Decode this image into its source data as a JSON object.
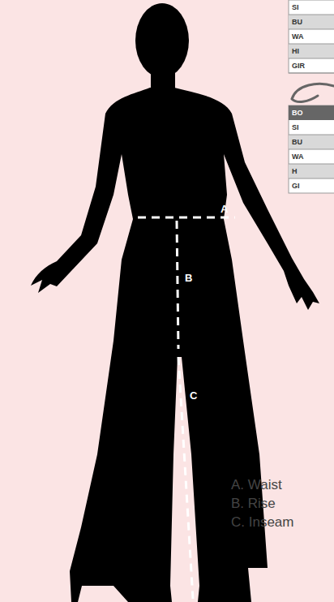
{
  "diagram": {
    "labels": [
      "SI",
      "BU",
      "WA",
      "HI",
      "GIR",
      "BO",
      "SI",
      "BU",
      "WA",
      "H",
      "GI",
      "A",
      "B",
      "C",
      "A. Waist",
      "B. Rise",
      "C. Inseam"
    ]
  }
}
